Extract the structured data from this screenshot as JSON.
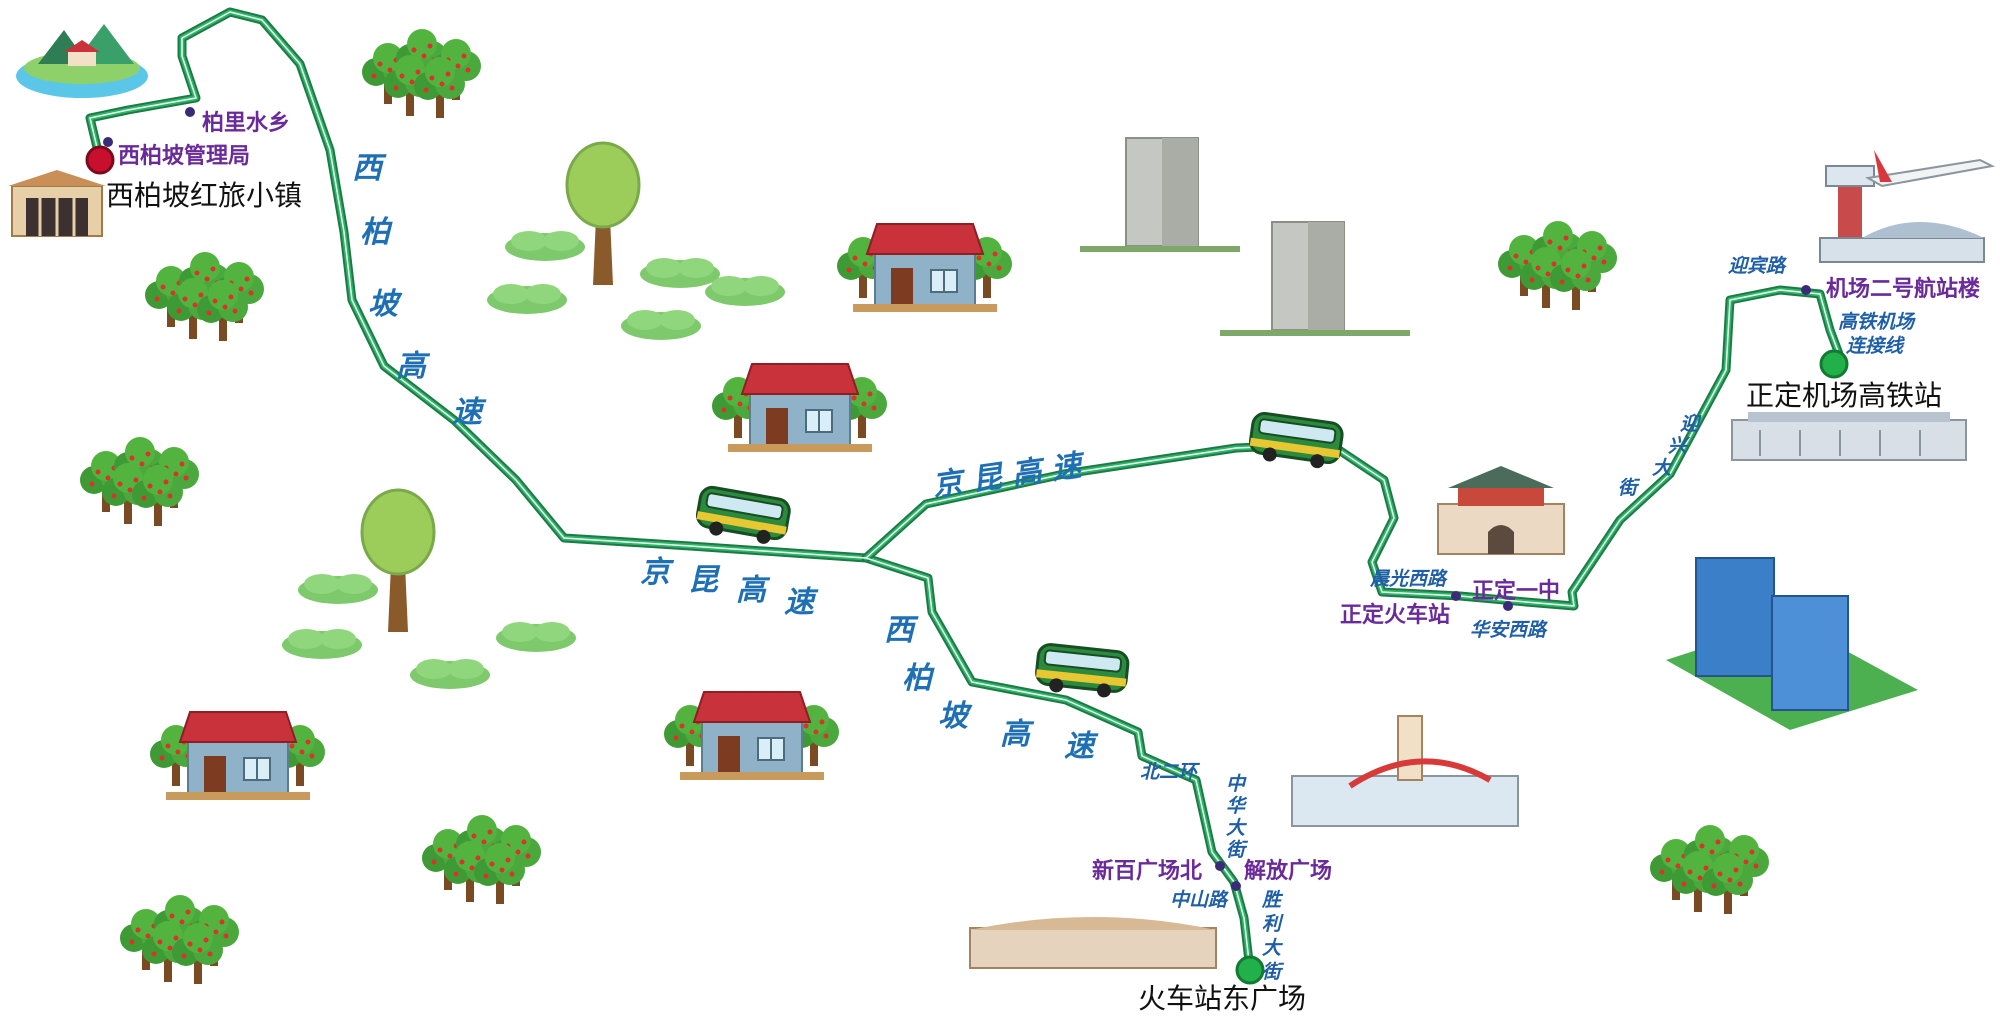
{
  "map": {
    "terminals": {
      "xibaipo_town": "西柏坡红旅小镇",
      "airport_hsr": "正定机场高铁站",
      "station_east": "火车站东广场"
    },
    "stops": {
      "baili_shuixiang": "柏里水乡",
      "xibaipo_admin": "西柏坡管理局",
      "zhengding_station": "正定火车站",
      "zhengding_no1": "正定一中",
      "airport_t2": "机场二号航站楼",
      "xinbai_north": "新百广场北",
      "jiefang_square": "解放广场"
    },
    "roads": {
      "xibaipo_expressway": [
        "西",
        "柏",
        "坡",
        "高",
        "速"
      ],
      "jingkun_upper": "京昆高速",
      "jingkun_lower": [
        "京",
        "昆",
        "高",
        "速"
      ],
      "xibaipo_expressway_lower": [
        "西",
        "柏",
        "坡",
        "高",
        "速"
      ],
      "chenguang_west": "晨光西路",
      "huaan_west": "华安西路",
      "yingxing_ave": [
        "迎",
        "兴",
        "大",
        "街"
      ],
      "yingbin_road": "迎宾路",
      "hsr_airport_link": [
        "高铁机场",
        "连接线"
      ],
      "beierhuan": "北二环",
      "zhonghua_ave": [
        "中",
        "华",
        "大",
        "街"
      ],
      "zhongshan_road": "中山路",
      "shengli_ave": [
        "胜",
        "利",
        "大",
        "街"
      ]
    },
    "icons": [
      "lake-mountain-icon",
      "memorial-hall-icon",
      "tree-cluster-icon",
      "house-icon",
      "tall-building-icon",
      "bus-icon",
      "airport-icon",
      "hsr-station-icon",
      "city-gate-icon",
      "office-building-icon",
      "railway-station-icon",
      "big-tree-icon"
    ],
    "colors": {
      "route": "#2fb36a",
      "route_edge": "#1e7a45",
      "origin_marker": "#c8102e",
      "terminal_marker": "#22b04b",
      "stop_text": "#6a2a9a",
      "road_text": "#1f6fb5"
    }
  }
}
